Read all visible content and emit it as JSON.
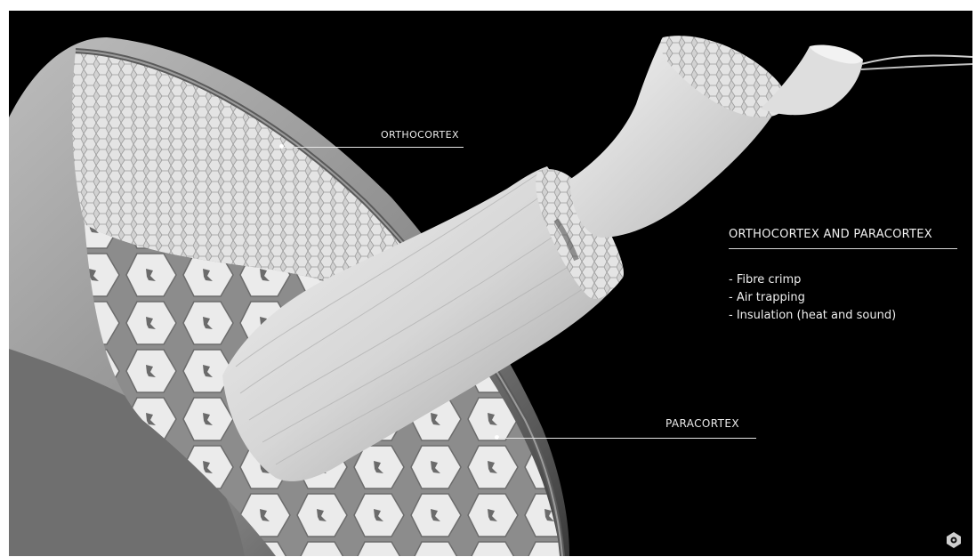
{
  "labels": {
    "orthocortex": "ORTHOCORTEX",
    "paracortex": "PARACORTEX"
  },
  "info": {
    "title": "ORTHOCORTEX AND PARACORTEX",
    "items": [
      "- Fibre crimp",
      "- Air trapping",
      "- Insulation (heat and sound)"
    ]
  },
  "colors": {
    "background": "#000000",
    "fibre": "#dcdcdc",
    "text": "#eaeaea"
  },
  "icons": {
    "logo": "brand-logo-icon"
  }
}
